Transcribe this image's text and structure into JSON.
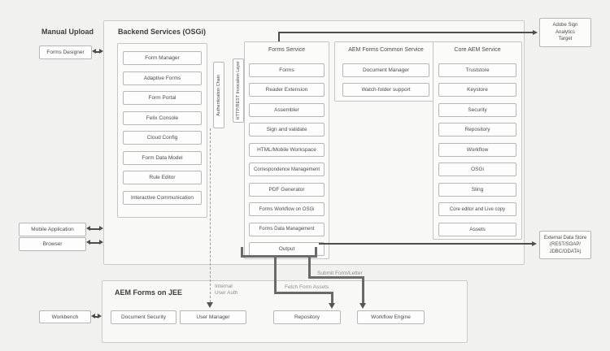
{
  "page": {
    "manual_upload_label": "Manual Upload",
    "colors": {
      "path_highlight": "#6a6a6a",
      "arrow": "#4d4d4d",
      "background": "#f1f1f0"
    }
  },
  "left_rail": {
    "forms_designer": "Forms Designer",
    "mobile_application": "Mobile Application",
    "browser": "Browser",
    "workbench": "Workbench"
  },
  "backend": {
    "title": "Backend Services (OSGi)",
    "left_group": {
      "items": [
        "Form Manager",
        "Adaptive Forms",
        "Form Portal",
        "Felix Console",
        "Cloud Config",
        "Form Data Model",
        "Rule Editor",
        "Interactive Communication"
      ]
    },
    "auth_chain": "Authentication Chain",
    "http_rest": "HTTP/REST Invocation Layer",
    "forms_service": {
      "title": "Forms Service",
      "items": [
        "Forms",
        "Reader Extension",
        "Assembler",
        "Sign and validate",
        "HTML/Mobile Workspace",
        "Correspondence Management",
        "PDF Generator",
        "Forms Workflow on OSGi",
        "Forms Data Management",
        "Output"
      ]
    },
    "common_service": {
      "title": "AEM Forms Common Service",
      "items": [
        "Document Manager",
        "Watch-folder support"
      ]
    },
    "core_service": {
      "title": "Core AEM Service",
      "items": [
        "Truststore",
        "Keystore",
        "Security",
        "Repository",
        "Workflow",
        "OSGi",
        "Sling",
        "Core editor and Live copy",
        "Assets"
      ]
    }
  },
  "external": {
    "adobe": {
      "line1": "Adobe Sign",
      "line2": "Analytics",
      "line3": "Target"
    },
    "data_store": {
      "line1": "External Data Store",
      "line2": "(REST/SOAP/",
      "line3": "JDBC/ODATA)"
    }
  },
  "jee": {
    "title": "AEM Forms on JEE",
    "items": [
      "Document Security",
      "User Manager",
      "Repository",
      "Workflow Engine"
    ]
  },
  "connectors": {
    "internal_user_auth_line1": "Internal",
    "internal_user_auth_line2": "User Auth",
    "fetch_form_assets": "Fetch Form Assets",
    "submit_form_letter": "Submit Form/Letter"
  }
}
